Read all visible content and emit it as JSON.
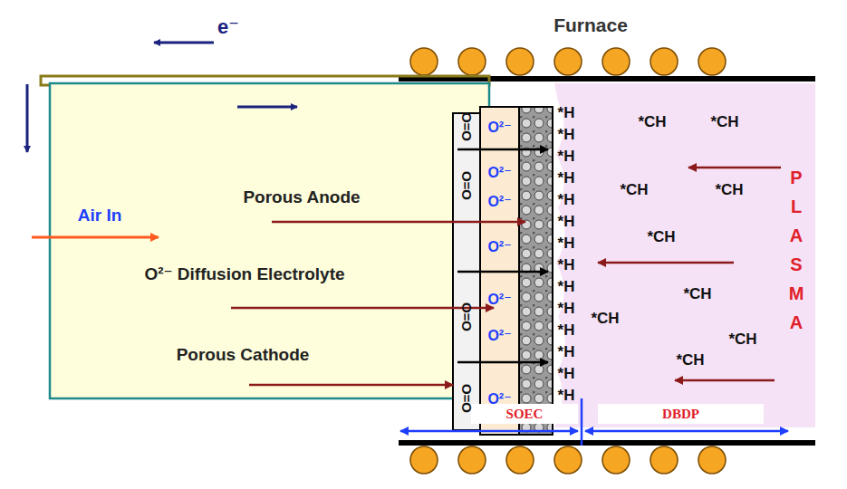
{
  "diagram": {
    "nodes": [
      {
        "text": [
          "O²⁻",
          "O²⁻",
          "O²⁻",
          "O²⁻",
          "O²⁻",
          "O²⁻",
          "O²⁻"
        ]
      },
      {
        "text": [
          "PLASMA"
        ]
      },
      {
        "text": [
          "SOEC"
        ]
      },
      {
        "text": [
          "DBDP"
        ]
      }
    ],
    "labels": [
      "Furnace",
      "e⁻",
      "Air In",
      "Porous Anode",
      "O²⁻ Diffusion Electrolyte",
      "Porous Cathode",
      "O=O",
      "O=O",
      "O=O",
      "O=O",
      "*H",
      "*H",
      "*H",
      "*H",
      "*H",
      "*H",
      "*H",
      "*H",
      "*H",
      "*H",
      "*H",
      "*H",
      "*H",
      "*H",
      "*CH",
      "*CH",
      "*CH",
      "*CH",
      "*CH",
      "*CH",
      "*CH",
      "*CH",
      "*CH"
    ]
  }
}
